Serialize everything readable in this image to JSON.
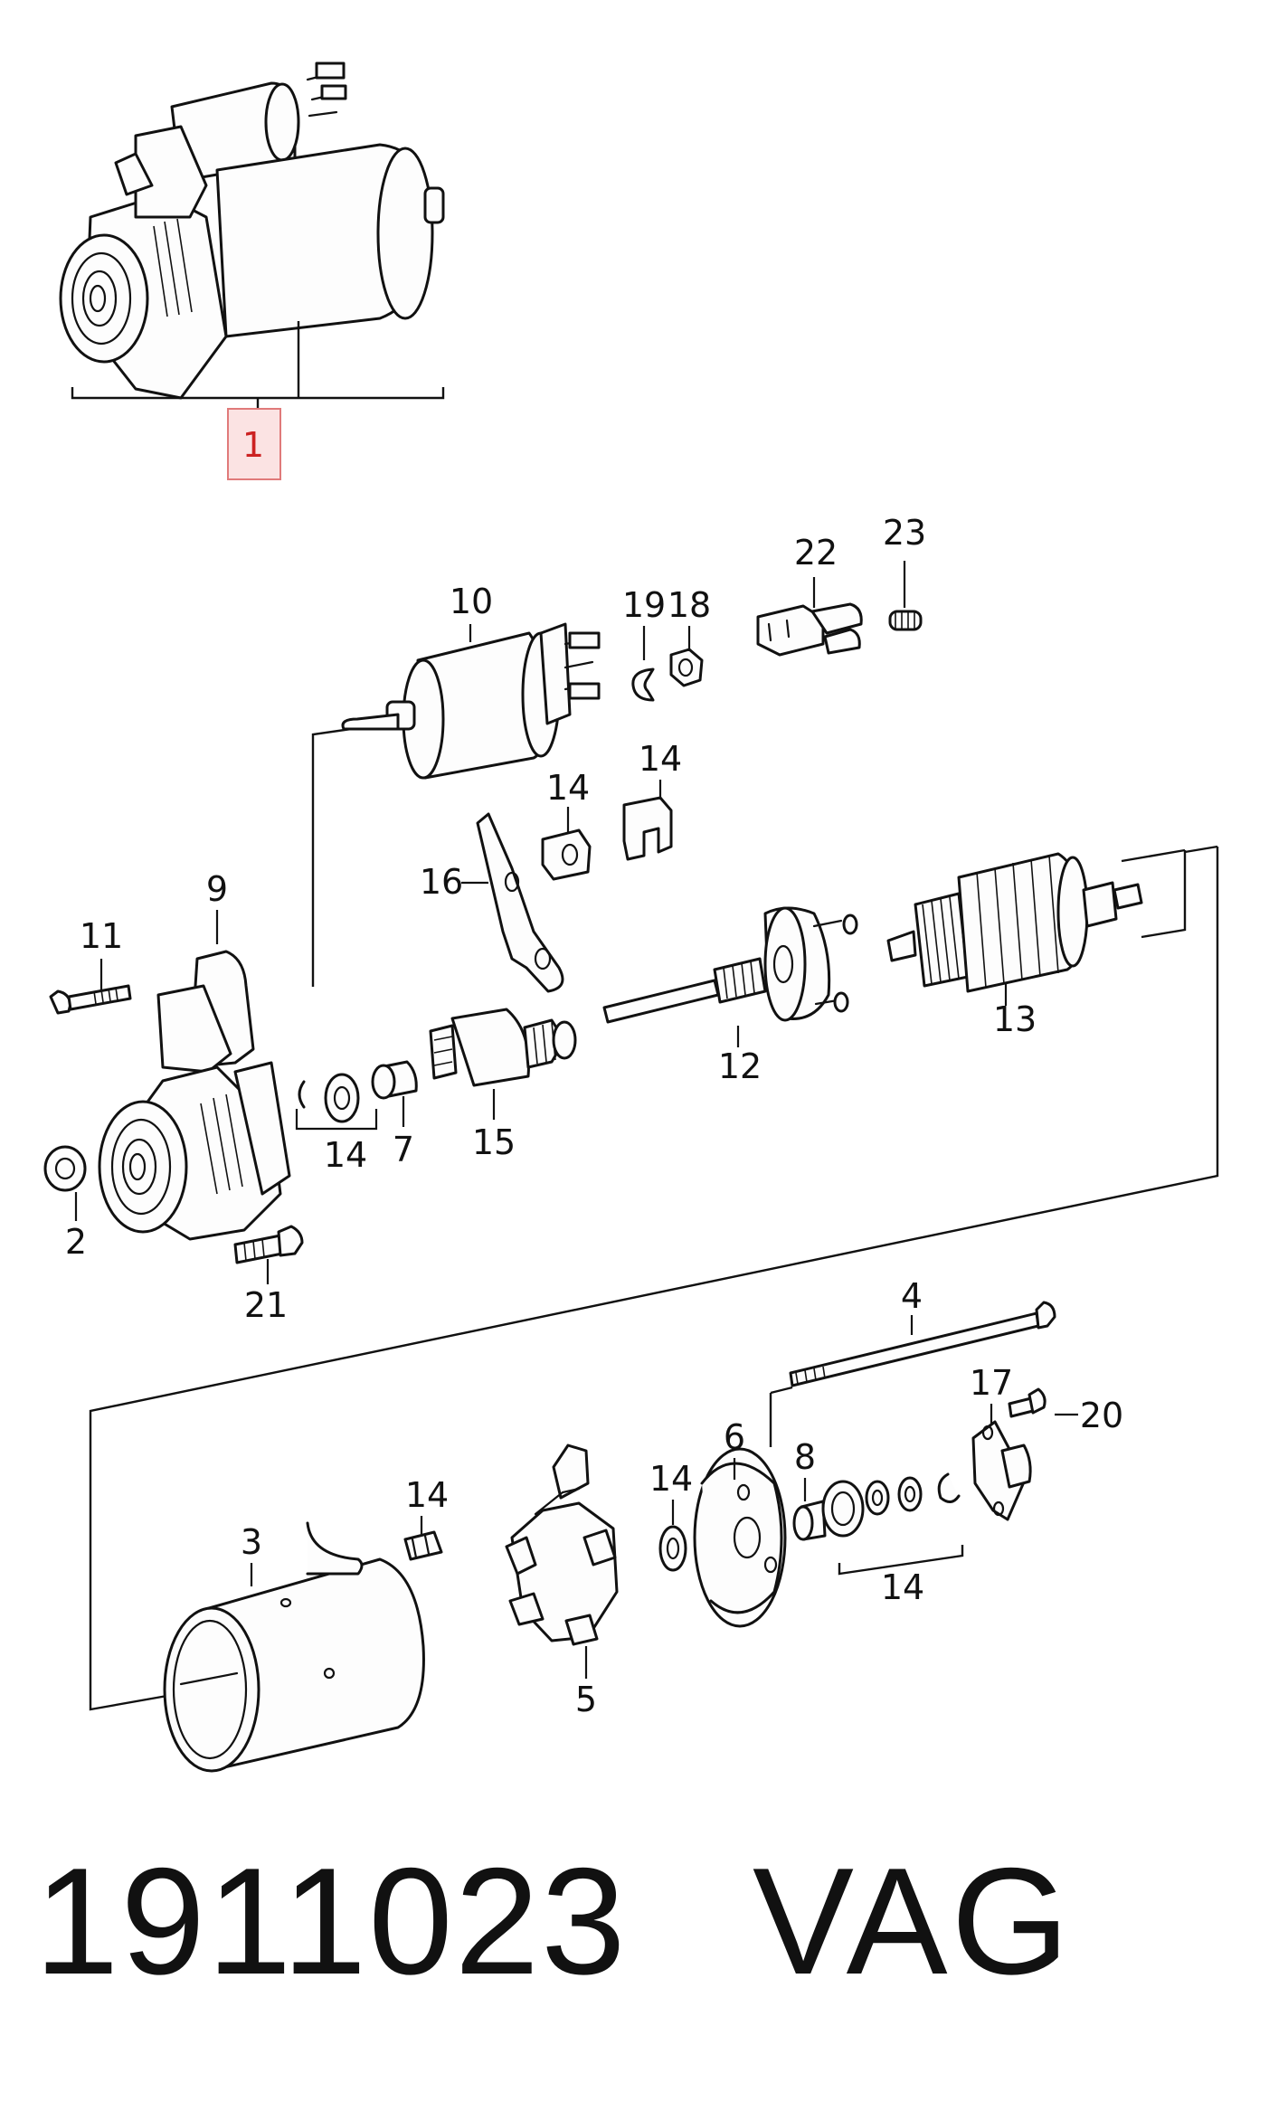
{
  "diagram": {
    "highlighted_callout": "1",
    "callouts": {
      "c1": "1",
      "c2": "2",
      "c3": "3",
      "c4": "4",
      "c5": "5",
      "c6": "6",
      "c7": "7",
      "c8": "8",
      "c9": "9",
      "c10": "10",
      "c11": "11",
      "c12": "12",
      "c13": "13",
      "c14a": "14",
      "c14b": "14",
      "c14c": "14",
      "c14d": "14",
      "c14e": "14",
      "c14f": "14",
      "c15": "15",
      "c16": "16",
      "c17": "17",
      "c18": "18",
      "c19": "19",
      "c20": "20",
      "c21": "21",
      "c22": "22",
      "c23": "23"
    }
  },
  "footer": {
    "part_number": "1911023",
    "brand": "VAG"
  },
  "colors": {
    "line": "#111111",
    "highlight_fill": "#fbe3e3",
    "highlight_stroke": "#e07a7a",
    "highlight_text": "#cc2222"
  }
}
